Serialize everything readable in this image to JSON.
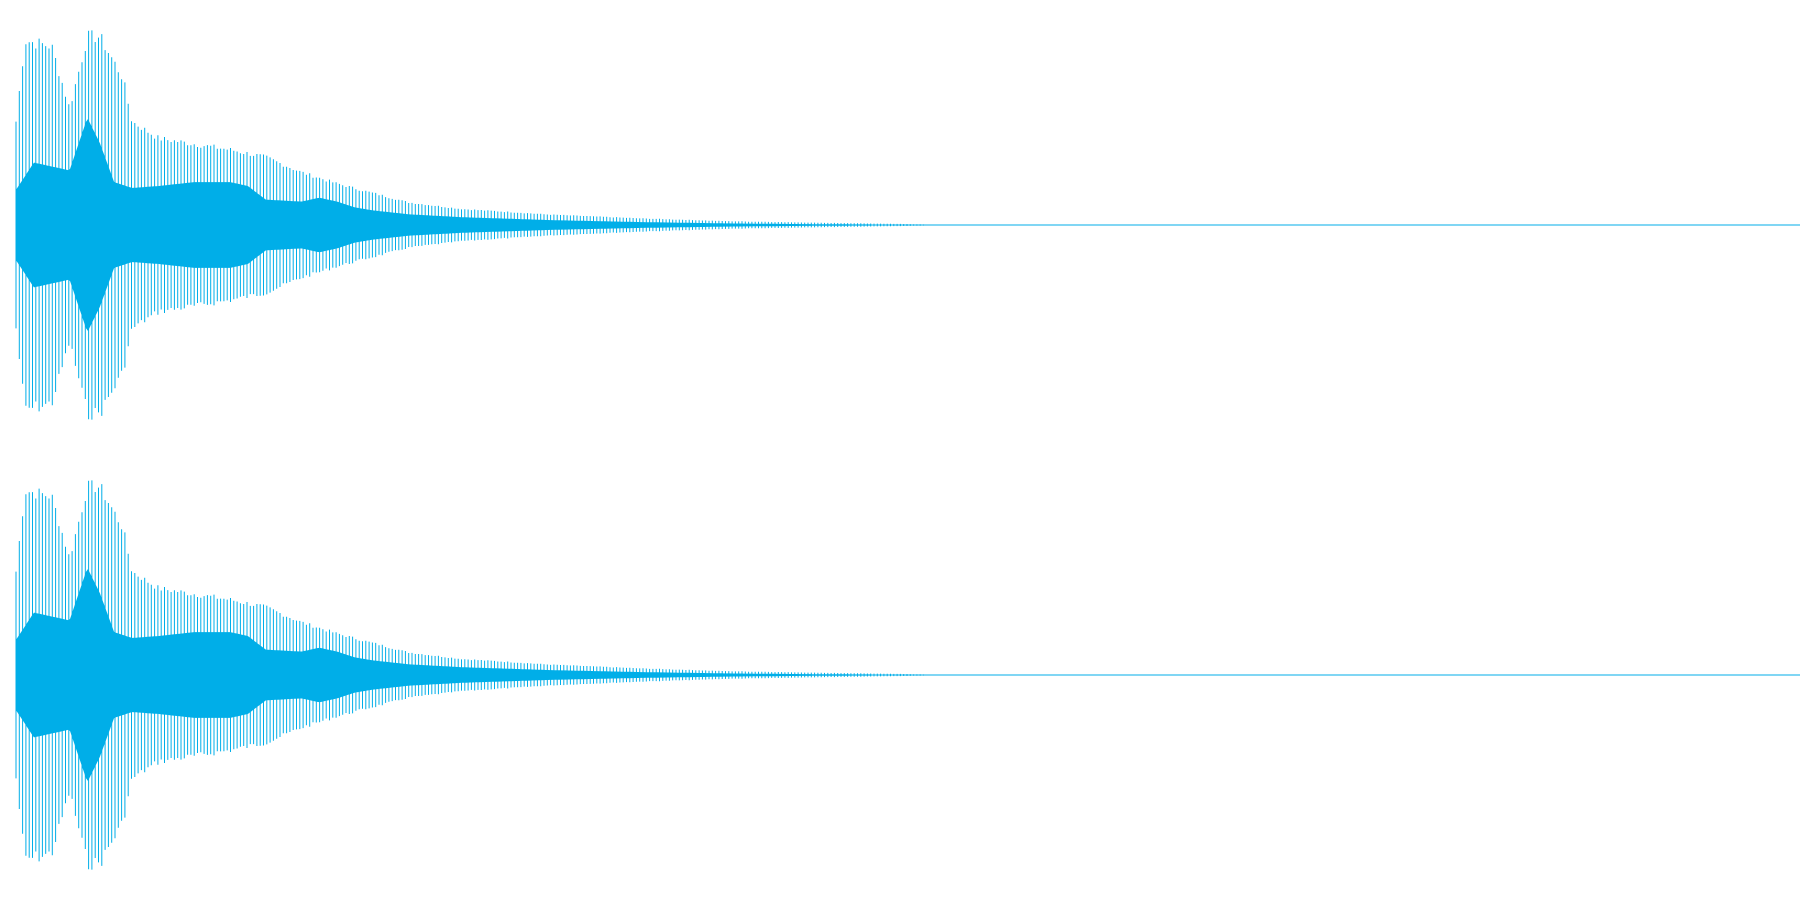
{
  "chart_data": {
    "type": "area",
    "title": "",
    "xlabel": "",
    "ylabel": "",
    "ylim": [
      -1,
      1
    ],
    "grid": false,
    "legend": "none",
    "channels": [
      {
        "name": "",
        "color": "#00aee8"
      },
      {
        "name": "",
        "color": "#00aee8"
      }
    ],
    "envelope": {
      "x": [
        0.0,
        0.005,
        0.02,
        0.03,
        0.04,
        0.047,
        0.05,
        0.06,
        0.065,
        0.08,
        0.1,
        0.12,
        0.14,
        0.16,
        0.18,
        0.2,
        0.22,
        0.25,
        0.3,
        0.35,
        0.4,
        0.45,
        0.5,
        0.515,
        0.52,
        1.0
      ],
      "values": [
        0.55,
        0.98,
        0.95,
        0.62,
        1.0,
        1.0,
        0.95,
        0.78,
        0.55,
        0.46,
        0.43,
        0.4,
        0.36,
        0.28,
        0.22,
        0.17,
        0.12,
        0.085,
        0.055,
        0.035,
        0.02,
        0.012,
        0.005,
        0.002,
        0.0,
        0.0
      ]
    },
    "inner_envelope": {
      "x": [
        0.0,
        0.01,
        0.03,
        0.04,
        0.047,
        0.055,
        0.065,
        0.08,
        0.1,
        0.12,
        0.13,
        0.14,
        0.16,
        0.17,
        0.18,
        0.19,
        0.2,
        0.22,
        0.25,
        0.3,
        0.35,
        0.4,
        0.45,
        0.5,
        0.52,
        1.0
      ],
      "values": [
        0.18,
        0.32,
        0.28,
        0.55,
        0.42,
        0.22,
        0.19,
        0.2,
        0.22,
        0.22,
        0.2,
        0.13,
        0.12,
        0.14,
        0.12,
        0.09,
        0.075,
        0.055,
        0.04,
        0.025,
        0.015,
        0.008,
        0.004,
        0.002,
        0.0,
        0.0
      ]
    }
  }
}
